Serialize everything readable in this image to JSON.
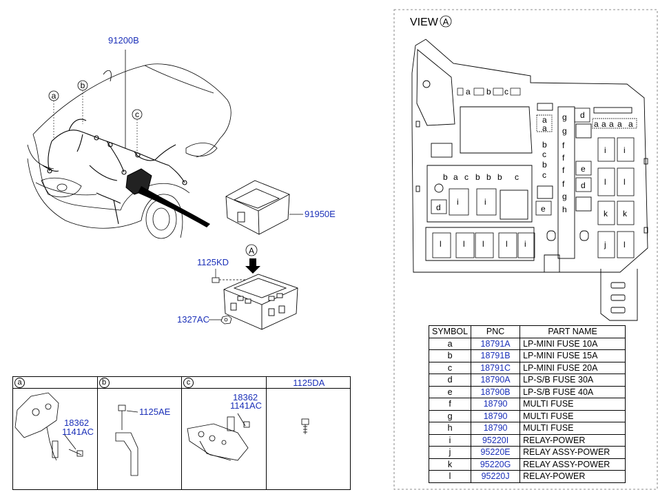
{
  "view_a": {
    "title": "VIEW",
    "circle_letter": "A"
  },
  "main_diagram": {
    "labels": {
      "harness": "91200B",
      "cover": "91950E",
      "bolt": "1125KD",
      "nut": "1327AC",
      "view_marker": "A",
      "callout_a": "a",
      "callout_b": "b",
      "callout_c": "c"
    }
  },
  "fuse_box": {
    "top_row_labels": [
      "a",
      "b",
      "c"
    ],
    "small_fuse_row": [
      "b",
      "a",
      "c",
      "b",
      "b",
      "b",
      "c"
    ],
    "column_letters": [
      "g",
      "g",
      "f",
      "f",
      "f",
      "f",
      "g",
      "h"
    ],
    "slot_stack": [
      "a",
      "a",
      "b",
      "c",
      "b",
      "c"
    ],
    "right_top_row": [
      "a",
      "a",
      "a",
      "a",
      "a"
    ],
    "d_labels": [
      "d",
      "d",
      "d"
    ],
    "e_labels": [
      "e",
      "e"
    ],
    "i_labels": [
      "i",
      "i",
      "i",
      "i",
      "i"
    ],
    "l_labels": [
      "l",
      "l",
      "l",
      "l",
      "l",
      "l",
      "l"
    ],
    "k_labels": [
      "k",
      "k"
    ],
    "j_labels": [
      "j"
    ]
  },
  "parts_table": {
    "headers": [
      "SYMBOL",
      "PNC",
      "PART NAME"
    ],
    "rows": [
      [
        "a",
        "18791A",
        "LP-MINI FUSE 10A"
      ],
      [
        "b",
        "18791B",
        "LP-MINI FUSE 15A"
      ],
      [
        "c",
        "18791C",
        "LP-MINI FUSE 20A"
      ],
      [
        "d",
        "18790A",
        "LP-S/B FUSE 30A"
      ],
      [
        "e",
        "18790B",
        "LP-S/B FUSE 40A"
      ],
      [
        "f",
        "18790",
        "MULTI FUSE"
      ],
      [
        "g",
        "18790",
        "MULTI FUSE"
      ],
      [
        "h",
        "18790",
        "MULTI FUSE"
      ],
      [
        "i",
        "95220I",
        "RELAY-POWER"
      ],
      [
        "j",
        "95220E",
        "RELAY ASSY-POWER"
      ],
      [
        "k",
        "95220G",
        "RELAY ASSY-POWER"
      ],
      [
        "l",
        "95220J",
        "RELAY-POWER"
      ]
    ]
  },
  "detail_table": {
    "headers": [
      "a",
      "b",
      "c",
      "1125DA"
    ],
    "cell_a": {
      "pn1": "18362",
      "pn2": "1141AC"
    },
    "cell_b": {
      "pn1": "1125AE"
    },
    "cell_c": {
      "pn1": "18362",
      "pn2": "1141AC"
    }
  },
  "colors": {
    "part_number": "#1a2fb8",
    "line": "#000000",
    "dashed_border": "#666666"
  }
}
